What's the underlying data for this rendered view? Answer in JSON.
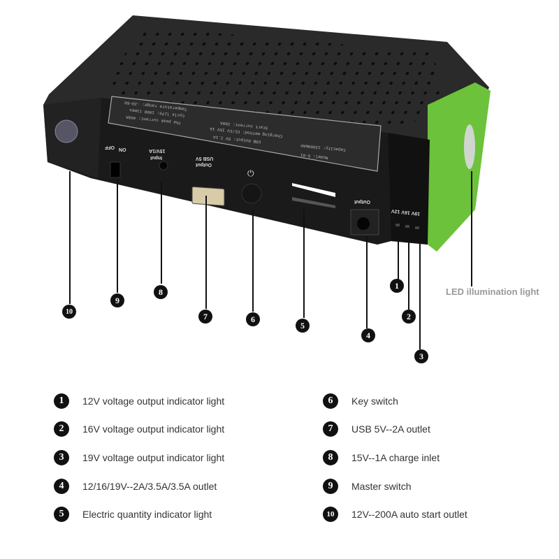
{
  "device_labels": {
    "switch_on": "ON",
    "switch_off": "OFF",
    "input": "Input",
    "input_rating": "15V/1A",
    "usb_output": "Output",
    "usb_rating": "USB 5V",
    "dc_output": "Output",
    "voltage_leds": "19V 16V 12V",
    "plate_model": "Model: S-01",
    "plate_capacity": "Capacity: 12000mAh",
    "plate_usb": "USB Output: 5V 2.1A",
    "plate_charging": "Charging method: CC/CV 15V 1A",
    "plate_start": "Start current: 200A",
    "plate_peak": "The peak current: 400A",
    "plate_cycle": "Cycle life: 1000 times",
    "plate_temp": "Temperature range: -20~60"
  },
  "callouts": [
    "1",
    "2",
    "3",
    "4",
    "5",
    "6",
    "7",
    "8",
    "9",
    "10"
  ],
  "led_label": "LED illumination light",
  "legend": [
    {
      "num": "1",
      "text": "12V voltage output indicator light"
    },
    {
      "num": "2",
      "text": "16V voltage output indicator light"
    },
    {
      "num": "3",
      "text": "19V voltage output indicator light"
    },
    {
      "num": "4",
      "text": "12/16/19V--2A/3.5A/3.5A outlet"
    },
    {
      "num": "5",
      "text": "Electric quantity indicator light"
    },
    {
      "num": "6",
      "text": "Key switch"
    },
    {
      "num": "7",
      "text": "USB 5V--2A outlet"
    },
    {
      "num": "8",
      "text": "15V--1A charge inlet"
    },
    {
      "num": "9",
      "text": "Master switch"
    },
    {
      "num": "10",
      "text": "12V--200A auto start outlet"
    }
  ],
  "colors": {
    "body": "#1c1c1c",
    "accent": "#6cc23a"
  }
}
